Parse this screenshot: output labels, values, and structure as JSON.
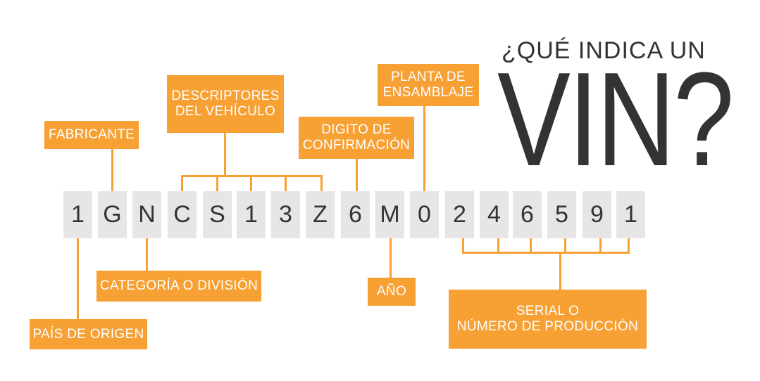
{
  "title": {
    "question": "¿QUÉ INDICA UN",
    "vin": "VIN?"
  },
  "vin_characters": [
    "1",
    "G",
    "N",
    "C",
    "S",
    "1",
    "3",
    "Z",
    "6",
    "M",
    "0",
    "2",
    "4",
    "6",
    "5",
    "9",
    "1"
  ],
  "labels": {
    "fabricante": "FABRICANTE",
    "descriptores": [
      "DESCRIPTORES",
      "DEL VEHÍCULO"
    ],
    "digito": [
      "DIGITO DE",
      "CONFIRMACIÓN"
    ],
    "planta": [
      "PLANTA DE",
      "ENSAMBLAJE"
    ],
    "categoria": "CATEGORÍA O DIVISIÓN",
    "pais": "PAÍS DE ORIGEN",
    "anio": "AÑO",
    "serial": [
      "SERIAL O",
      "NÚMERO DE PRODUCCIÓN"
    ]
  },
  "colors": {
    "accent": "#F7A033",
    "char_bg": "#E6E6E6",
    "text_dark": "#333333"
  }
}
